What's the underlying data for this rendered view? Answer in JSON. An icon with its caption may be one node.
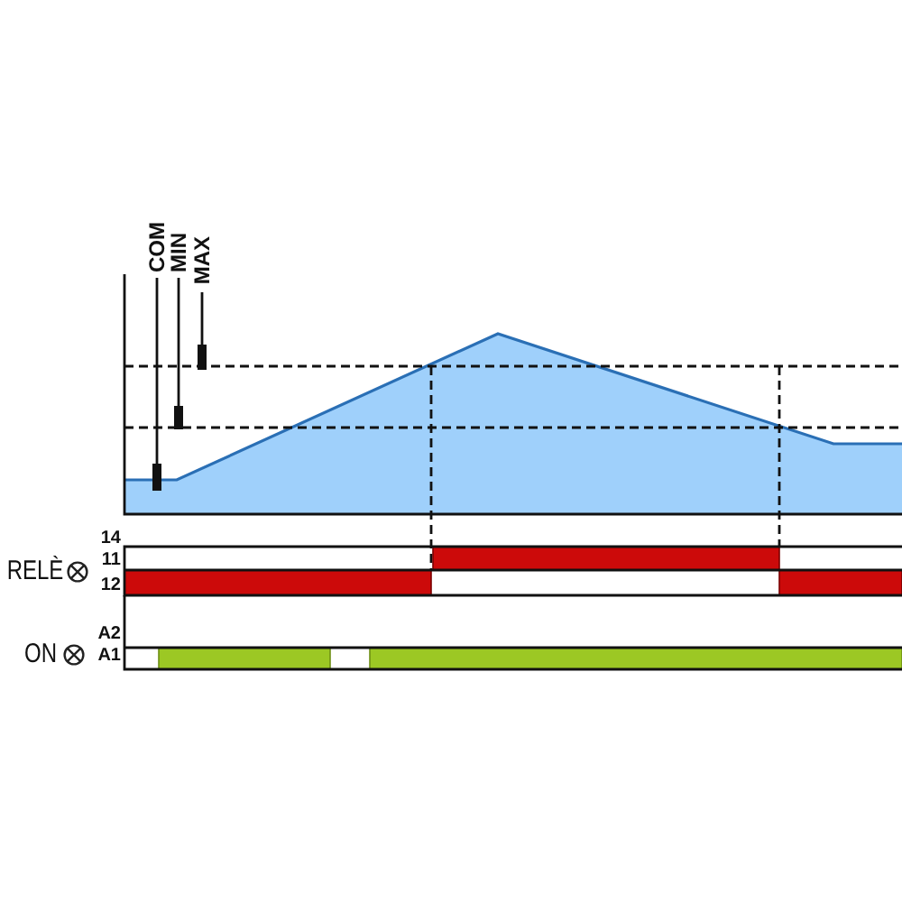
{
  "diagram": {
    "labels": [
      "COM",
      "MIN",
      "MAX",
      "RELÈ",
      "14",
      "11",
      "12",
      "ON",
      "A2",
      "A1"
    ]
  }
}
